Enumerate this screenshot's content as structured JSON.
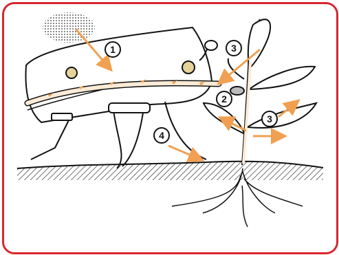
{
  "colors": {
    "frame": "#d8262e",
    "arrow": "#f0a050",
    "sap": "#fdebd6",
    "ink": "#111111"
  },
  "markers": [
    {
      "id": "m1",
      "label": "1"
    },
    {
      "id": "m2",
      "label": "2"
    },
    {
      "id": "m3a",
      "label": "3"
    },
    {
      "id": "m3b",
      "label": "3"
    },
    {
      "id": "m4",
      "label": "4"
    }
  ],
  "icons": [
    "sun-spot-icon",
    "beetle-drawing",
    "plant-drawing",
    "ground-hatching"
  ]
}
